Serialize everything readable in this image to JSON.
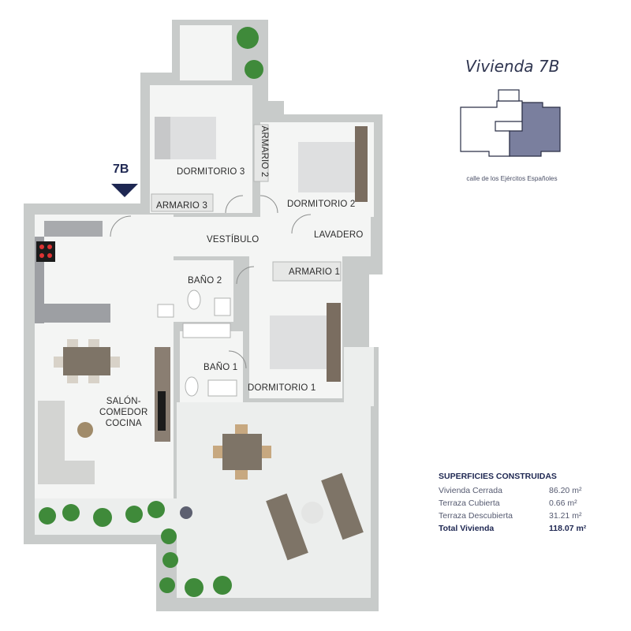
{
  "header": {
    "title": "Vivienda 7B",
    "address": "calle de los Ejércitos Españoles",
    "unit_marker": "7B"
  },
  "rooms": {
    "dormitorio3": "DORMITORIO 3",
    "armario3": "ARMARIO 3",
    "armario2": "ARMARIO 2",
    "dormitorio2": "DORMITORIO 2",
    "vestibulo": "VESTÍBULO",
    "lavadero": "LAVADERO",
    "bano2": "BAÑO 2",
    "armario1": "ARMARIO 1",
    "bano1": "BAÑO 1",
    "dormitorio1": "DORMITORIO 1",
    "salon": [
      "SALÓN-",
      "COMEDOR",
      "COCINA"
    ]
  },
  "surfaces": {
    "title": "SUPERFICIES CONSTRUIDAS",
    "rows": [
      {
        "label": "Vivienda Cerrada",
        "value": "86.20 m²"
      },
      {
        "label": "Terraza Cubierta",
        "value": "0.66 m²"
      },
      {
        "label": "Terraza Descubierta",
        "value": "31.21 m²"
      }
    ],
    "total": {
      "label": "Total Vivienda",
      "value": "118.07 m²"
    }
  },
  "colors": {
    "accent": "#1e2752",
    "highlight_block": "#7a7f9e",
    "wall": "#c9cbcb",
    "floor": "#f3f4f3",
    "terrace": "#eef0ef"
  }
}
